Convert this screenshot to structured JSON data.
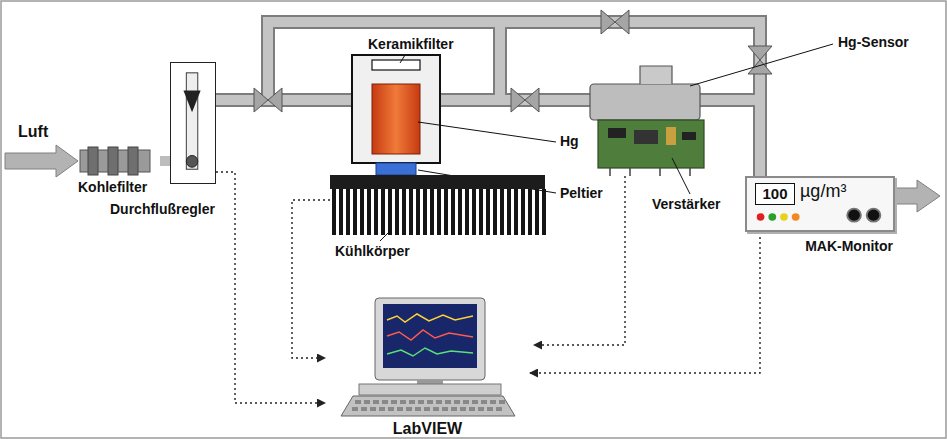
{
  "diagram": {
    "nodes": [
      {
        "text": [
          "Kohlefilter"
        ]
      },
      {
        "text": [
          "Durchflußregler"
        ]
      },
      {
        "text": [
          "Kühlkörper"
        ]
      },
      {
        "text": [
          "LabVIEW"
        ]
      },
      {
        "text": [
          "µg/m³",
          "MAK-Monitor"
        ]
      },
      {
        "text": [
          "100"
        ],
        "in": 4
      }
    ],
    "edges": [
      {
        "from": 0,
        "to": 1,
        "arrow": "none"
      },
      {
        "from": 1,
        "to": 3,
        "arrow": "to"
      },
      {
        "from": 2,
        "to": 3,
        "arrow": "to"
      },
      {
        "from": 4,
        "to": 3,
        "arrow": "to"
      }
    ],
    "labels": [
      "Luft",
      "Keramikfilter",
      "Hg",
      "Peltier",
      "Hg-Sensor",
      "Verstärker"
    ]
  }
}
